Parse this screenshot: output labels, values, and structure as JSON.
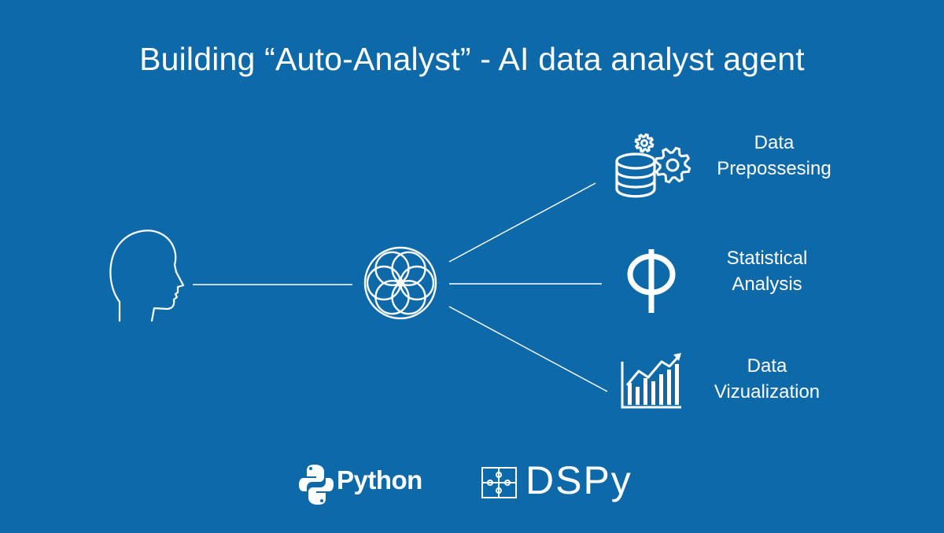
{
  "title": "Building “Auto-Analyst” - AI data analyst agent",
  "nodes": {
    "user": {
      "icon": "human-head-icon"
    },
    "agent": {
      "icon": "flower-of-life-icon"
    },
    "tools": [
      {
        "icon": "database-gears-icon",
        "label_line1": "Data",
        "label_line2": "Prepossesing"
      },
      {
        "icon": "phi-icon",
        "label_line1": "Statistical",
        "label_line2": "Analysis"
      },
      {
        "icon": "bar-chart-trend-icon",
        "label_line1": "Data",
        "label_line2": "Vizualization"
      }
    ]
  },
  "logos": {
    "python": {
      "icon": "python-logo-icon",
      "text": "Python"
    },
    "dspy": {
      "icon": "puzzle-pieces-icon",
      "text": "DSPy"
    }
  },
  "colors": {
    "background": "#0e69a8",
    "foreground": "#ffffff"
  }
}
